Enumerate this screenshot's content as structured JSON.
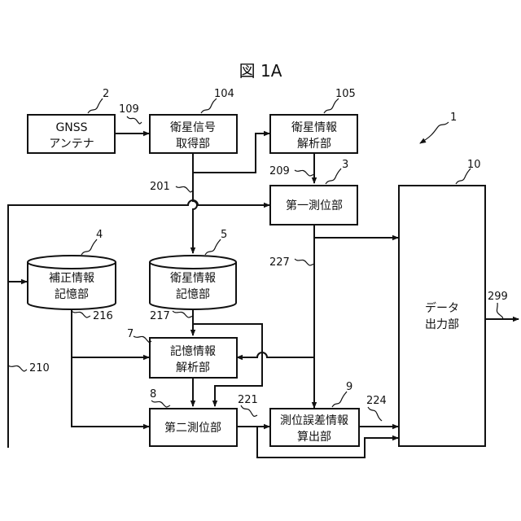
{
  "figure_title": "図 1A",
  "blocks": {
    "gnss_antenna": {
      "ref": "2",
      "lines": [
        "GNSS",
        "アンテナ"
      ]
    },
    "signal_acquisition": {
      "ref": "104",
      "lines": [
        "衛星信号",
        "取得部"
      ]
    },
    "info_analysis": {
      "ref": "105",
      "lines": [
        "衛星情報",
        "解析部"
      ]
    },
    "first_positioning": {
      "ref": "3",
      "lines": [
        "第一測位部"
      ]
    },
    "correction_storage": {
      "ref": "4",
      "lines": [
        "補正情報",
        "記憶部"
      ]
    },
    "satellite_storage": {
      "ref": "5",
      "lines": [
        "衛星情報",
        "記憶部"
      ]
    },
    "stored_info_analysis": {
      "ref": "7",
      "lines": [
        "記憶情報",
        "解析部"
      ]
    },
    "second_positioning": {
      "ref": "8",
      "lines": [
        "第二測位部"
      ]
    },
    "error_calculation": {
      "ref": "9",
      "lines": [
        "測位誤差情報",
        "算出部"
      ]
    },
    "data_output": {
      "ref": "10",
      "lines": [
        "データ",
        "出力部"
      ]
    }
  },
  "system_ref": "1",
  "signal_refs": {
    "s109": "109",
    "s201": "201",
    "s209": "209",
    "s210": "210",
    "s216": "216",
    "s217": "217",
    "s221": "221",
    "s224": "224",
    "s227": "227",
    "s299": "299"
  }
}
